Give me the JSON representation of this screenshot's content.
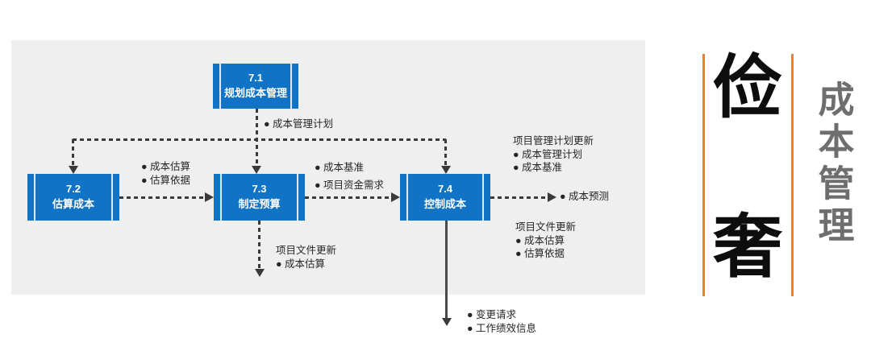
{
  "colors": {
    "box_blue": "#1173c5",
    "panel_gray": "#efefef",
    "connector_dark": "#3a3a3a",
    "accent_orange": "#ed7d31",
    "side_title_gray": "#6e6e6e",
    "big_char_black": "#0d0d0d"
  },
  "process_boxes": [
    {
      "number": "7.1",
      "name": "规划成本管理"
    },
    {
      "number": "7.2",
      "name": "估算成本"
    },
    {
      "number": "7.3",
      "name": "制定预算"
    },
    {
      "number": "7.4",
      "name": "控制成本"
    }
  ],
  "labels": {
    "plan_output": "● 成本管理计划",
    "estimate_outputs": {
      "items": [
        "● 成本估算",
        "● 估算依据"
      ]
    },
    "budget_outputs": {
      "items": [
        "● 成本基准",
        "● 项目资金需求"
      ]
    },
    "control_forecast": "● 成本预测",
    "plan_updates": {
      "header": "项目管理计划更新",
      "items": [
        "● 成本管理计划",
        "● 成本基准"
      ]
    },
    "doc_updates_right": {
      "header": "项目文件更新",
      "items": [
        "● 成本估算",
        "● 估算依据"
      ]
    },
    "doc_updates_budget": {
      "header": "项目文件更新",
      "items": [
        "● 成本估算"
      ]
    },
    "control_outputs": {
      "items": [
        "● 变更请求",
        "● 工作绩效信息"
      ]
    }
  },
  "side_panel": {
    "big_characters": [
      "俭",
      "奢"
    ],
    "vertical_title": "成本管理"
  }
}
